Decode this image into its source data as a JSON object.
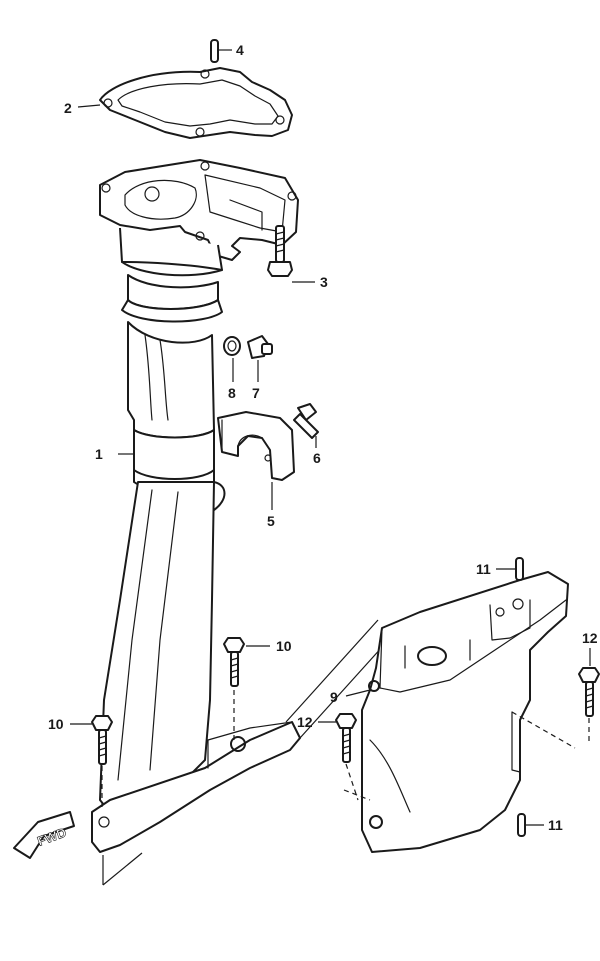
{
  "callouts": {
    "c1": "1",
    "c2": "2",
    "c3": "3",
    "c4": "4",
    "c5": "5",
    "c6": "6",
    "c7": "7",
    "c8": "8",
    "c9": "9",
    "c10a": "10",
    "c10b": "10",
    "c11a": "11",
    "c11b": "11",
    "c12a": "12",
    "c12b": "12"
  },
  "direction_marker": {
    "label": "FWD",
    "icon": "fwd-arrow-icon"
  }
}
